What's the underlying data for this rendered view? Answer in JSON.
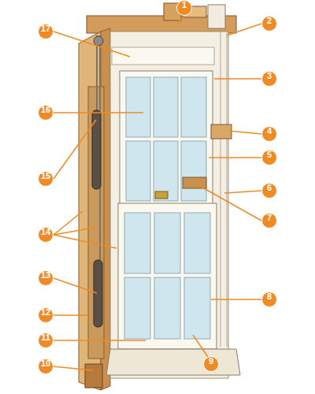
{
  "diagram": {
    "nodes": [
      {
        "text": [
          "1"
        ]
      },
      {
        "text": [
          "2"
        ]
      },
      {
        "text": [
          "3"
        ]
      },
      {
        "text": [
          "4"
        ]
      },
      {
        "text": [
          "5"
        ]
      },
      {
        "text": [
          "6"
        ]
      },
      {
        "text": [
          "7"
        ]
      },
      {
        "text": [
          "8"
        ]
      },
      {
        "text": [
          "9"
        ]
      },
      {
        "text": [
          "10"
        ]
      },
      {
        "text": [
          "11"
        ]
      },
      {
        "text": [
          "12"
        ]
      },
      {
        "text": [
          "13"
        ]
      },
      {
        "text": [
          "14"
        ]
      },
      {
        "text": [
          "15"
        ]
      },
      {
        "text": [
          "16"
        ]
      },
      {
        "text": [
          "17"
        ]
      }
    ]
  }
}
